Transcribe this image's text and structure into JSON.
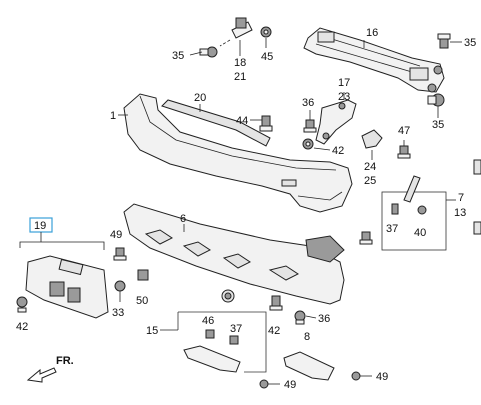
{
  "diagram": {
    "highlighted_callout": "19",
    "direction_label": "FR.",
    "callouts": {
      "c16": "16",
      "c35a": "35",
      "c18": "18",
      "c21": "21",
      "c45": "45",
      "c35b": "35",
      "c35c": "35",
      "c1": "1",
      "c20": "20",
      "c17": "17",
      "c23": "23",
      "c36a": "36",
      "c44": "44",
      "c47": "47",
      "c42a": "42",
      "c24": "24",
      "c25": "25",
      "c7": "7",
      "c13": "13",
      "c37a": "37",
      "c40": "40",
      "c6": "6",
      "c19": "19",
      "c49a": "49",
      "c50": "50",
      "c33": "33",
      "c42b": "42",
      "c46": "46",
      "c37b": "37",
      "c15": "15",
      "c42c": "42",
      "c8": "8",
      "c36b": "36",
      "c49b": "49",
      "c49c": "49"
    }
  }
}
